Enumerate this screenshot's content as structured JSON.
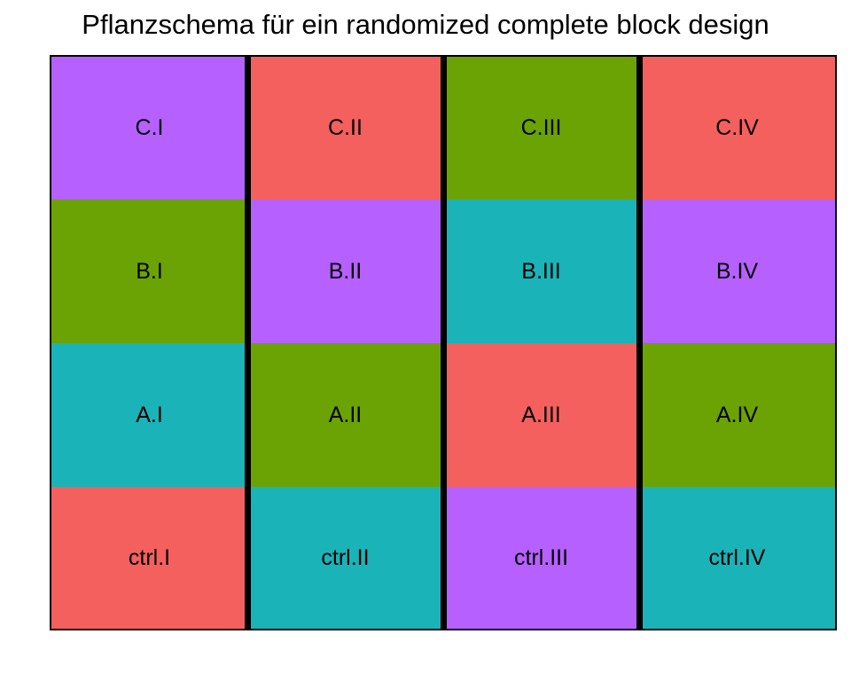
{
  "title": "Pflanzschema für ein randomized complete block design",
  "colors": {
    "A": "#F8766D",
    "B": "#7CAE00",
    "C": "#00BFC4",
    "D": "#C77CFF",
    "border": "#000000"
  },
  "blocks": [
    {
      "name": "I",
      "plots": [
        {
          "label": "C.I",
          "color": "#B661FF"
        },
        {
          "label": "B.I",
          "color": "#6AA303"
        },
        {
          "label": "A.I",
          "color": "#1AB3B8"
        },
        {
          "label": "ctrl.I",
          "color": "#F4605D"
        }
      ]
    },
    {
      "name": "II",
      "plots": [
        {
          "label": "C.II",
          "color": "#F4605D"
        },
        {
          "label": "B.II",
          "color": "#B661FF"
        },
        {
          "label": "A.II",
          "color": "#6AA303"
        },
        {
          "label": "ctrl.II",
          "color": "#1AB3B8"
        }
      ]
    },
    {
      "name": "III",
      "plots": [
        {
          "label": "C.III",
          "color": "#6AA303"
        },
        {
          "label": "B.III",
          "color": "#1AB3B8"
        },
        {
          "label": "A.III",
          "color": "#F4605D"
        },
        {
          "label": "ctrl.III",
          "color": "#B661FF"
        }
      ]
    },
    {
      "name": "IV",
      "plots": [
        {
          "label": "C.IV",
          "color": "#F4605D"
        },
        {
          "label": "B.IV",
          "color": "#B661FF"
        },
        {
          "label": "A.IV",
          "color": "#6AA303"
        },
        {
          "label": "ctrl.IV",
          "color": "#1AB3B8"
        }
      ]
    }
  ]
}
